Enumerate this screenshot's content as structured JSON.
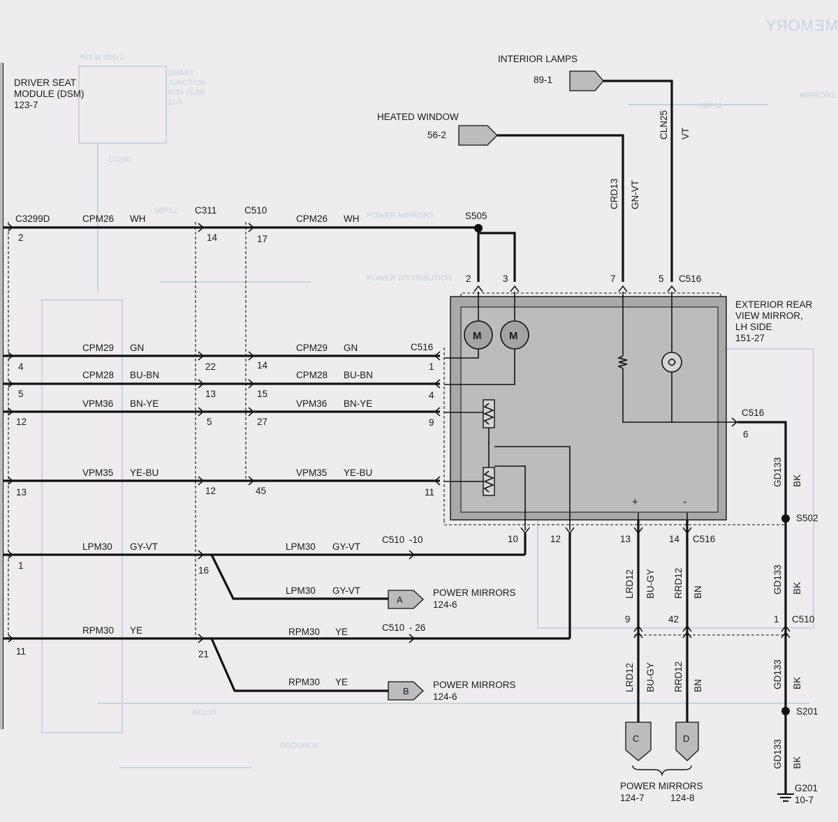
{
  "header": {
    "memory": "MEMORY"
  },
  "dsm": {
    "title1": "DRIVER SEAT",
    "title2": "MODULE (DSM)",
    "ref": "123-7",
    "connector": "C3299D"
  },
  "connectors": {
    "c311": "C311",
    "c510": "C510",
    "c516": "C516",
    "s505": "S505",
    "s502": "S502",
    "s201": "S201",
    "g201": "G201",
    "g201_ref": "10-7"
  },
  "mirror": {
    "title1": "EXTERIOR REAR",
    "title2": "VIEW MIRROR,",
    "title3": "LH SIDE",
    "ref": "151-27",
    "motor": "M",
    "plus": "+",
    "minus": "-"
  },
  "interior_lamps": {
    "name": "INTERIOR LAMPS",
    "ref": "89-1"
  },
  "heated_window": {
    "name": "HEATED WINDOW",
    "ref": "56-2"
  },
  "pm_a": {
    "letter": "A",
    "name": "POWER MIRRORS",
    "ref": "124-6"
  },
  "pm_b": {
    "letter": "B",
    "name": "POWER MIRRORS",
    "ref": "124-6"
  },
  "pm_cd": {
    "c": "C",
    "d": "D",
    "name": "POWER MIRRORS",
    "ref_c": "124-7",
    "ref_d": "124-8"
  },
  "wires": {
    "cpm26": {
      "circuit": "CPM26",
      "color": "WH",
      "dsm_pin": "2",
      "c311_pin": "14",
      "c510_pin": "17"
    },
    "cpm29": {
      "circuit": "CPM29",
      "color": "GN",
      "dsm_pin": "4",
      "c311_pin": "22",
      "c510_pin": "14",
      "c516_pin": "1"
    },
    "cpm28": {
      "circuit": "CPM28",
      "color": "BU-BN",
      "dsm_pin": "5",
      "c311_pin": "13",
      "c510_pin": "15",
      "c516_pin": "4"
    },
    "vpm36": {
      "circuit": "VPM36",
      "color": "BN-YE",
      "dsm_pin": "12",
      "c311_pin": "5",
      "c510_pin": "27",
      "c516_pin": "9"
    },
    "vpm35": {
      "circuit": "VPM35",
      "color": "YE-BU",
      "dsm_pin": "13",
      "c311_pin": "12",
      "c510_pin": "45",
      "c516_pin": "11"
    },
    "lpm30": {
      "circuit": "LPM30",
      "color": "GY-VT",
      "dsm_pin": "1",
      "c311_pin": "16",
      "c510_pin": "-10"
    },
    "rpm30": {
      "circuit": "RPM30",
      "color": "YE",
      "dsm_pin": "11",
      "c311_pin": "21",
      "c510_pin": "- 26"
    },
    "crd13": {
      "circuit": "CRD13",
      "color": "GN-VT",
      "c516_pin": "7"
    },
    "cln25": {
      "circuit": "CLN25",
      "color": "VT",
      "c516_pin": "5"
    },
    "lrd12": {
      "circuit": "LRD12",
      "color": "BU-GY",
      "c516_pin": "13",
      "c510_pin": "9"
    },
    "rrd12": {
      "circuit": "RRD12",
      "color": "BN",
      "c516_pin": "14",
      "c510_pin": "42"
    },
    "gd133": {
      "circuit": "GD133",
      "color": "BK",
      "c516_pin": "6",
      "c510_pin": "1"
    },
    "s505_pins": {
      "left": "2",
      "right": "3"
    },
    "pin10": "10",
    "pin12": "12"
  },
  "ghost": {
    "t1": "Not at step 1",
    "t2": "SMART",
    "t3": "JUNCTION",
    "t4": "BOX (SJB)",
    "t5": "11-5",
    "t6": "C2280",
    "t7": "SBP12",
    "t8": "POWER MIRRORS",
    "t9": "POWER DISTRIBUTION",
    "t10": "GROUNDS",
    "t11": "GD133",
    "t12": "MIRRORS",
    "t13": "SBP12"
  }
}
